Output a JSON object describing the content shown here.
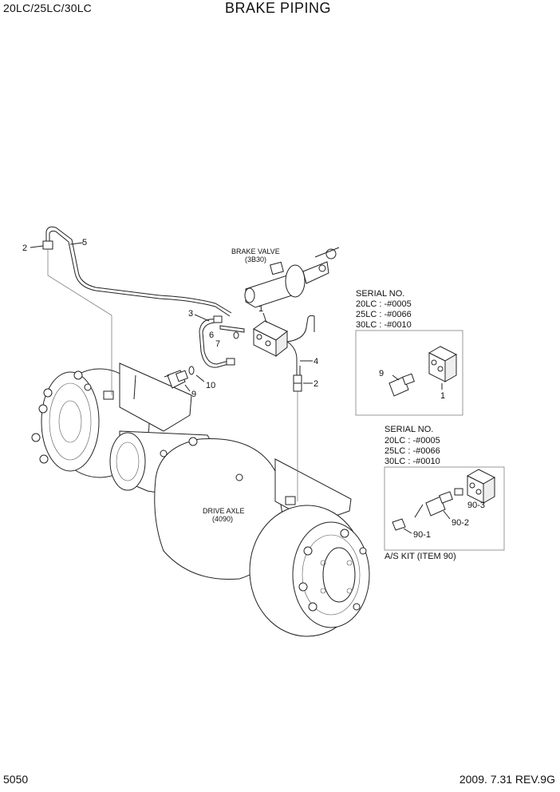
{
  "header": {
    "models": "20LC/25LC/30LC",
    "title": "BRAKE PIPING"
  },
  "footer": {
    "page_number": "5050",
    "date_revision": "2009. 7.31  REV.9G"
  },
  "components": {
    "brake_valve": {
      "name": "BRAKE VALVE",
      "ref": "(3B30)"
    },
    "drive_axle": {
      "name": "DRIVE AXLE",
      "ref": "(4090)"
    }
  },
  "callouts": {
    "c1": "1",
    "c2a": "2",
    "c2b": "2",
    "c3": "3",
    "c4": "4",
    "c5": "5",
    "c6": "6",
    "c7": "7",
    "c9": "9",
    "c10": "10"
  },
  "inset_serial": {
    "heading": "SERIAL NO.",
    "lines": [
      "20LC : -#0005",
      "25LC : -#0066",
      "30LC : -#0010"
    ],
    "callouts": {
      "a": "9",
      "b": "1"
    }
  },
  "inset_as_kit": {
    "heading": "SERIAL NO.",
    "lines": [
      "20LC : -#0005",
      "25LC : -#0066",
      "30LC : -#0010"
    ],
    "callouts": {
      "a": "90-3",
      "b": "90-2",
      "c": "90-1"
    },
    "caption": "A/S KIT (ITEM 90)"
  }
}
